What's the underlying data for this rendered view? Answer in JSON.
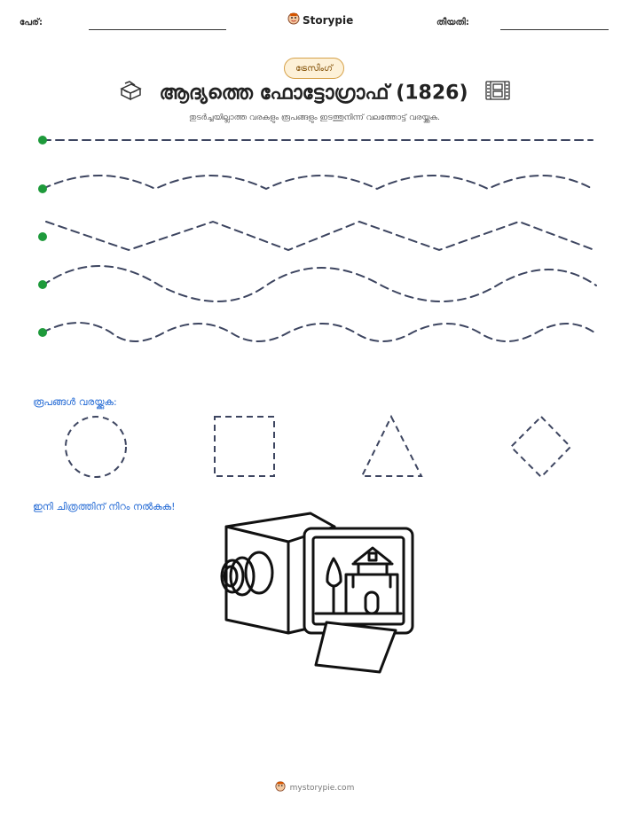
{
  "header": {
    "name_label": "പേര്:",
    "brand_name": "Storypie",
    "date_label": "തീയതി:"
  },
  "badge": {
    "label": "ട്രേസിംഗ്"
  },
  "title": {
    "text": "ആദ്യത്തെ ഫോട്ടോഗ്രാഫ് (1826)",
    "left_icon": "treasure-box-icon",
    "right_icon": "film-icon"
  },
  "instructions": {
    "text": "തുടർച്ചയില്ലാത്ത വരകളും രൂപങ്ങളും ഇടത്തുനിന്ന് വലത്തോട്ട് വരയ്ക്കുക."
  },
  "tracing_lines": {
    "start_dot_color": "#1e9a3b",
    "line_color": "#3d4560",
    "rows": [
      "straight",
      "wave",
      "zigzag",
      "gentle-wave",
      "tight-wave"
    ]
  },
  "shapes_section": {
    "heading": "രൂപങ്ങൾ വരയ്ക്കുക:",
    "shapes": [
      "circle",
      "square",
      "triangle",
      "diamond"
    ]
  },
  "coloring_section": {
    "heading": "ഇനി ചിത്രത്തിന് നിറം നൽകുക!",
    "picture": "camera-with-house-photo"
  },
  "footer": {
    "site": "mystorypie.com"
  },
  "colors": {
    "accent": "#2b6fd6",
    "badge_border": "#d6a24a",
    "badge_bg": "#fdf1d8"
  }
}
